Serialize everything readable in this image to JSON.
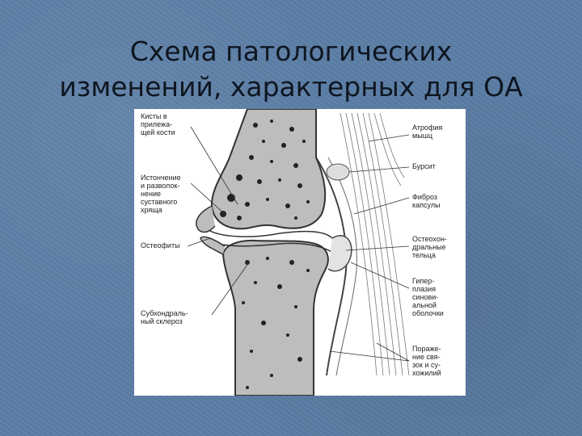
{
  "slide": {
    "title_line1": "Схема патологических",
    "title_line2": "изменений, характерных для ОА"
  },
  "diagram": {
    "labels_left": {
      "cysts": "Кисты в\nприлежа-\nщей кости",
      "thinning": "Истончение\nи разволок-\nнение\nсуставного\nхряща",
      "osteophytes": "Остеофиты",
      "sclerosis": "Субхондраль-\nный склероз"
    },
    "labels_right": {
      "atrophy": "Атрофия\nмышц",
      "bursitis": "Бурсит",
      "capsule": "Фиброз\nкапсулы",
      "bodies": "Остеохон-\nдральные\nтельца",
      "synovium": "Гипер-\nплазия\nсинови-\nальной\nоболочки",
      "ligaments": "Пораже-\nние свя-\nзок и су-\nхожилий"
    }
  }
}
